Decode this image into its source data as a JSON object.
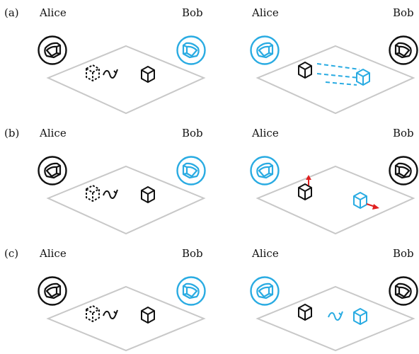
{
  "colors": {
    "alice": "#111111",
    "bob": "#29abe2",
    "plane": "#c8c8c8",
    "arrow_red": "#e02020"
  },
  "rows": [
    {
      "tag": "(a)",
      "left": {
        "alice": "Alice",
        "bob": "Bob"
      },
      "right": {
        "alice": "Alice",
        "bob": "Bob"
      }
    },
    {
      "tag": "(b)",
      "left": {
        "alice": "Alice",
        "bob": "Bob"
      },
      "right": {
        "alice": "Alice",
        "bob": "Bob"
      }
    },
    {
      "tag": "(c)",
      "left": {
        "alice": "Alice",
        "bob": "Bob"
      },
      "right": {
        "alice": "Alice",
        "bob": "Bob"
      }
    }
  ],
  "icons": [
    "vr-headset-icon",
    "cube-icon",
    "dashed-cube-icon",
    "wavy-arrow-icon",
    "red-arrow-icon"
  ]
}
